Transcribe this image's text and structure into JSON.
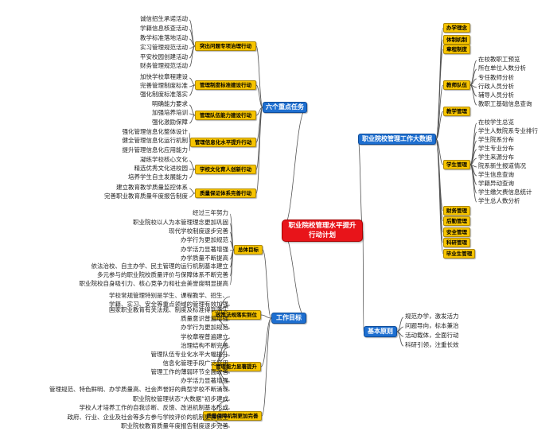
{
  "root": {
    "line1": "职业院校管理水平提升",
    "line2": "行动计划"
  },
  "left": [
    {
      "label": "六个重点任务",
      "children": [
        {
          "label": "突出问题专项治理行动",
          "items": [
            "诚信招生承诺活动",
            "学籍信息核查活动",
            "教学标准落地活动",
            "实习管理规范活动",
            "平安校园创建活动",
            "财务管理规范活动"
          ]
        },
        {
          "label": "管理制度标准建设行动",
          "items": [
            "加快学校章程建设",
            "完善管理制度标准",
            "强化制度标准落实"
          ]
        },
        {
          "label": "管理队伍能力建设行动",
          "items": [
            "明确能力要求",
            "加强培养培训",
            "强化激励保障"
          ]
        },
        {
          "label": "管理信息化水平提升行动",
          "items": [
            "强化管理信息化整体设计",
            "健全管理信息化运行机制",
            "提升管理信息化应用能力"
          ]
        },
        {
          "label": "学校文化育人创新行动",
          "items": [
            "凝练学校核心文化",
            "精选优秀文化进校园",
            "培养学生自主发展能力"
          ]
        },
        {
          "label": "质量保证体系完善行动",
          "items": [
            "建立教育教学质量监控体系",
            "完善职业教育质量年度报告制度"
          ]
        }
      ]
    },
    {
      "label": "工作目标",
      "children": [
        {
          "label": "总体目标",
          "items": [
            "经过三年努力",
            "职业院校以人为本管理理念更加巩固",
            "现代学校制度逐步完善",
            "办学行为更加规范",
            "办学活力显著增强",
            "办学质量不断提高",
            "依法治校、自主办学、民主管理的运行机制基本建立",
            "多元参与的职业院校质量评价与保障体系不断完善",
            "职业院校自身吸引力、核心竞争力和社会美誉度明显提高"
          ]
        },
        {
          "label": "政策法规落实到位",
          "items": [
            "学校常规管理特别是学生、课程教学、招生、",
            "学籍、实习、安全等重点领域的管理有效加强",
            "国家职业教育有关法规、制度及标准得到落实",
            "质量意识普遍增强",
            "办学行为更加规范"
          ]
        },
        {
          "label": "管理能力显著提升",
          "items": [
            "学校章程普遍建立",
            "治理结构不断完善",
            "管理队伍专业化水平大幅提升",
            "信息化管理手段广泛应用",
            "管理工作的薄弱环节全面改善",
            "办学活力显著增强",
            "管理规范、特色鲜明、办学质量高、社会声誉好的典型学校不断涌现"
          ]
        },
        {
          "label": "质量保障机制更加完善",
          "items": [
            "职业院校管理状态“大数据”初步建成",
            "学校人才培养工作的自我诊断、反馈、改进机制基本形成",
            "政府、行业、企业及社会等多方参与学校评价的机制更加健全",
            "职业院校教育质量年度报告制度逐步完善"
          ]
        }
      ]
    }
  ],
  "right": [
    {
      "label": "职业院校管理工作大数据",
      "children": [
        {
          "label": "办学理念",
          "items": []
        },
        {
          "label": "体制机制",
          "items": []
        },
        {
          "label": "章程制度",
          "items": []
        },
        {
          "label": "教师队伍",
          "items": [
            "在校教职工预览",
            "所在单位人数分析",
            "专任教师分析",
            "行政人员分析",
            "辅导人员分析",
            "教职工基础信息查询"
          ]
        },
        {
          "label": "教学管理",
          "items": []
        },
        {
          "label": "学生管理",
          "items": [
            "在校学生总览",
            "学生人数院系专业排行",
            "学生院系分布",
            "学生专业分布",
            "学生来源分布",
            "院系新生报道情况",
            "学生信息查询",
            "学籍异动查询",
            "学生缴欠费信息统计",
            "学生总人数分析"
          ]
        },
        {
          "label": "财务管理",
          "items": []
        },
        {
          "label": "后勤管理",
          "items": []
        },
        {
          "label": "安全管理",
          "items": []
        },
        {
          "label": "科研管理",
          "items": []
        },
        {
          "label": "毕业生管理",
          "items": []
        }
      ]
    },
    {
      "label": "基本原则",
      "children": [],
      "items": [
        "规范办学，激发活力",
        "问题导向，标本兼治",
        "活动载体，全面行动",
        "科研引领，注重长效"
      ]
    }
  ],
  "colors": {
    "root": "#e8141a",
    "main": "#1e6fd0",
    "sub": "#f7c400",
    "sub_green": "#29a329",
    "line": "#555555"
  }
}
